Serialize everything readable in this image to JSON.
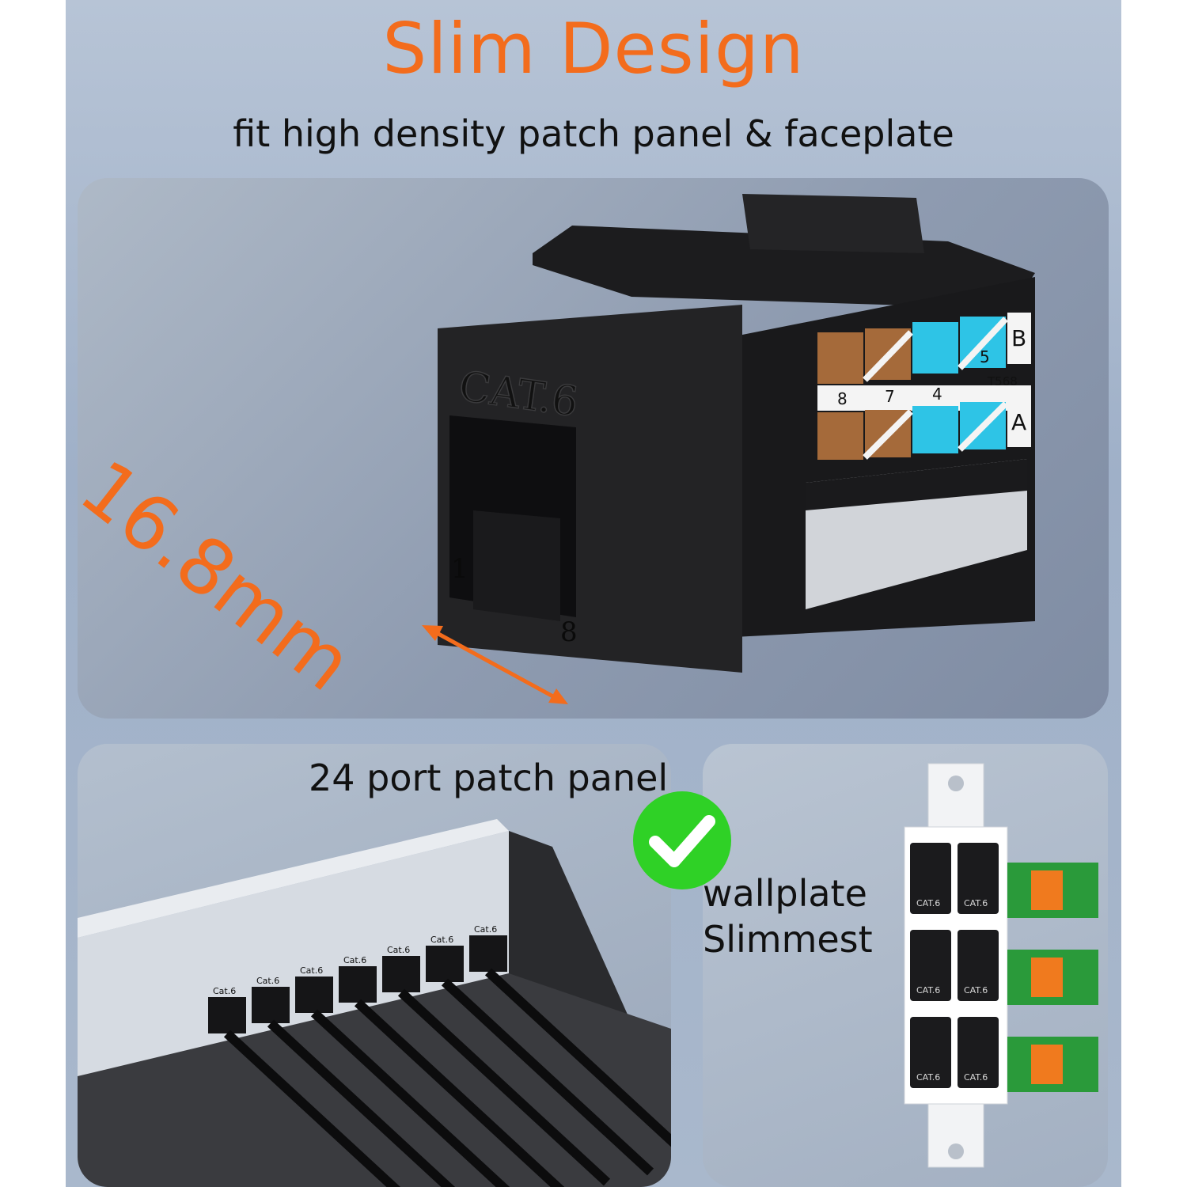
{
  "header": {
    "title": "Slim Design",
    "subtitle": "fit high density patch panel & faceplate"
  },
  "product": {
    "jack_marking": "CAT.6",
    "dimension": "16.8mm",
    "pin_top": "1",
    "pin_bottom": "8",
    "wiring": {
      "scheme": "T568",
      "row_a_label": "A",
      "row_b_label": "B",
      "pair_numbers": [
        "8",
        "7",
        "4",
        "5"
      ]
    }
  },
  "patch_panel": {
    "caption": "24 port patch panel",
    "port_label": "Cat.6"
  },
  "wallplate": {
    "caption_line1": "wallplate",
    "caption_line2": "Slimmest",
    "port_label": "CAT.6"
  },
  "colors": {
    "accent_orange": "#f36c1c",
    "check_green": "#2fd126",
    "wire_brown": "#a56a3a",
    "wire_blue": "#2ec4e6",
    "wire_green": "#2a9a3a",
    "wire_orange": "#f07a1e"
  },
  "icons": {
    "approval": "check-circle-icon",
    "dimension": "double-arrow-icon"
  }
}
